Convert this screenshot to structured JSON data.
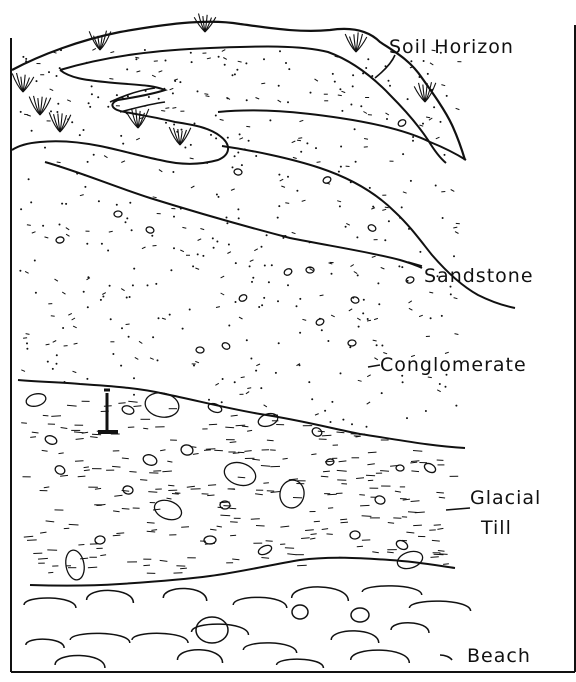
{
  "labels": {
    "soil_horizon": "Soil Horizon",
    "sandstone": "Sandstone",
    "conglomerate": "Conglomerate",
    "glacial": "Glacial",
    "till": "Till",
    "beach": "Beach"
  },
  "colors": {
    "ink": "#111111",
    "paper": "#ffffff"
  },
  "icons": {
    "grass": "grass-tuft-icon",
    "hammer": "rock-hammer-icon"
  }
}
